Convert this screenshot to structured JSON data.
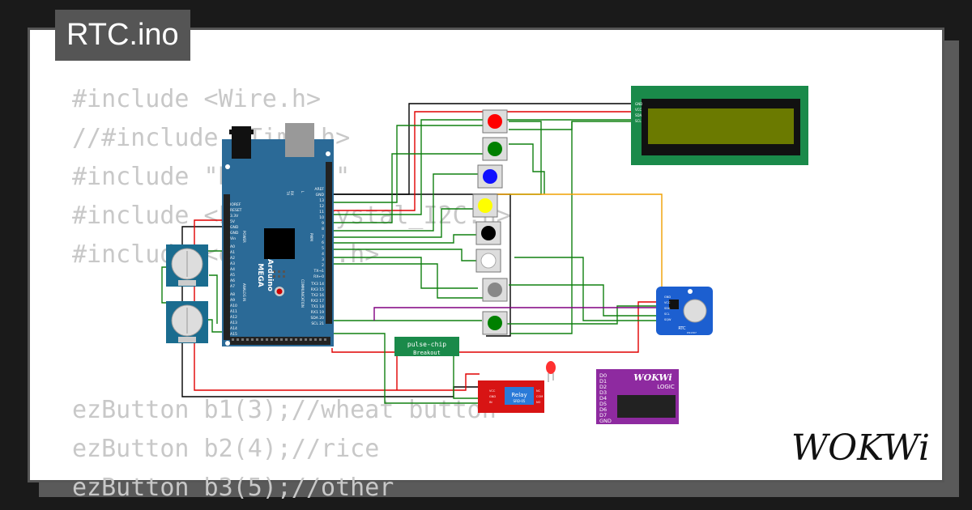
{
  "sketch_title": "RTC.ino",
  "code_lines": [
    "#include <Wire.h>",
    "//#include <Time.h>",
    "#include \"RTClib.h\"",
    "#include <LiquidCrystal_I2C.h>",
    "#include <ezButton.h>",
    "ezButton b1(3);//wheat button",
    "ezButton b2(4);//rice",
    "ezButton b3(5);//other"
  ],
  "board": {
    "name": "Arduino",
    "model": "MEGA",
    "power_pins": [
      "IOREF",
      "RESET",
      "3.3V",
      "5V",
      "GND",
      "GND",
      "Vin"
    ],
    "analog_pins": [
      "A0",
      "A1",
      "A2",
      "A3",
      "A4",
      "A5",
      "A6",
      "A7",
      "A8",
      "A9",
      "A10",
      "A11",
      "A12",
      "A13",
      "A14",
      "A15"
    ],
    "digital_pins": [
      "AREF",
      "GND",
      "13",
      "12",
      "11",
      "10",
      "9",
      "8",
      "7",
      "6",
      "5",
      "4",
      "3",
      "2",
      "TX→1",
      "RX←0"
    ],
    "comm_pins": [
      "TX3 14",
      "RX3 15",
      "TX2 16",
      "RX2 17",
      "TX1 18",
      "RX1 19",
      "SDA 20",
      "SCL 21"
    ],
    "power_label": "POWER",
    "analog_label": "ANALOG IN",
    "comm_label": "COMMUNICATION",
    "pwm_label": "PWM",
    "tx_label": "TX",
    "rx_label": "RX",
    "l_label": "L"
  },
  "lcd": {
    "pins": [
      "GND",
      "VCC",
      "SDA",
      "SCL"
    ]
  },
  "buttons": [
    {
      "color": "#ff0000"
    },
    {
      "color": "#008000"
    },
    {
      "color": "#1010ff"
    },
    {
      "color": "#ffff00"
    },
    {
      "color": "#000000"
    },
    {
      "color": "#ffffff"
    },
    {
      "color": "#888888"
    },
    {
      "color": "#008000"
    }
  ],
  "pulse_chip": {
    "label_top": "pulse-chip",
    "label_bottom": "Breakout"
  },
  "relay": {
    "label": "Relay",
    "sublabel": "SRD-05",
    "pins_left": [
      "VCC",
      "GND",
      "IN"
    ],
    "pins_right": [
      "NC",
      "COM",
      "NO"
    ]
  },
  "rtc": {
    "label": "RTC",
    "pins": [
      "GND",
      "VCC",
      "SDA",
      "SCL",
      "SQW"
    ],
    "sublabel": "DS1307"
  },
  "logic": {
    "brand": "WOKWi",
    "title": "LOGIC",
    "pins": [
      "D0",
      "D1",
      "D2",
      "D3",
      "D4",
      "D5",
      "D6",
      "D7",
      "GND"
    ]
  },
  "brand_mark": "WOKWi",
  "colors": {
    "arduino_blue": "#2b6a97",
    "lcd_green": "#1a8a4a",
    "lcd_screen": "#6b7a00",
    "wire_black": "#000000",
    "wire_red": "#e00000",
    "wire_green": "#108010",
    "wire_orange": "#f0a000",
    "wire_purple": "#800080",
    "relay_red": "#d81414",
    "logic_purple": "#8e2aa0",
    "rtc_blue": "#1c5fd0"
  }
}
